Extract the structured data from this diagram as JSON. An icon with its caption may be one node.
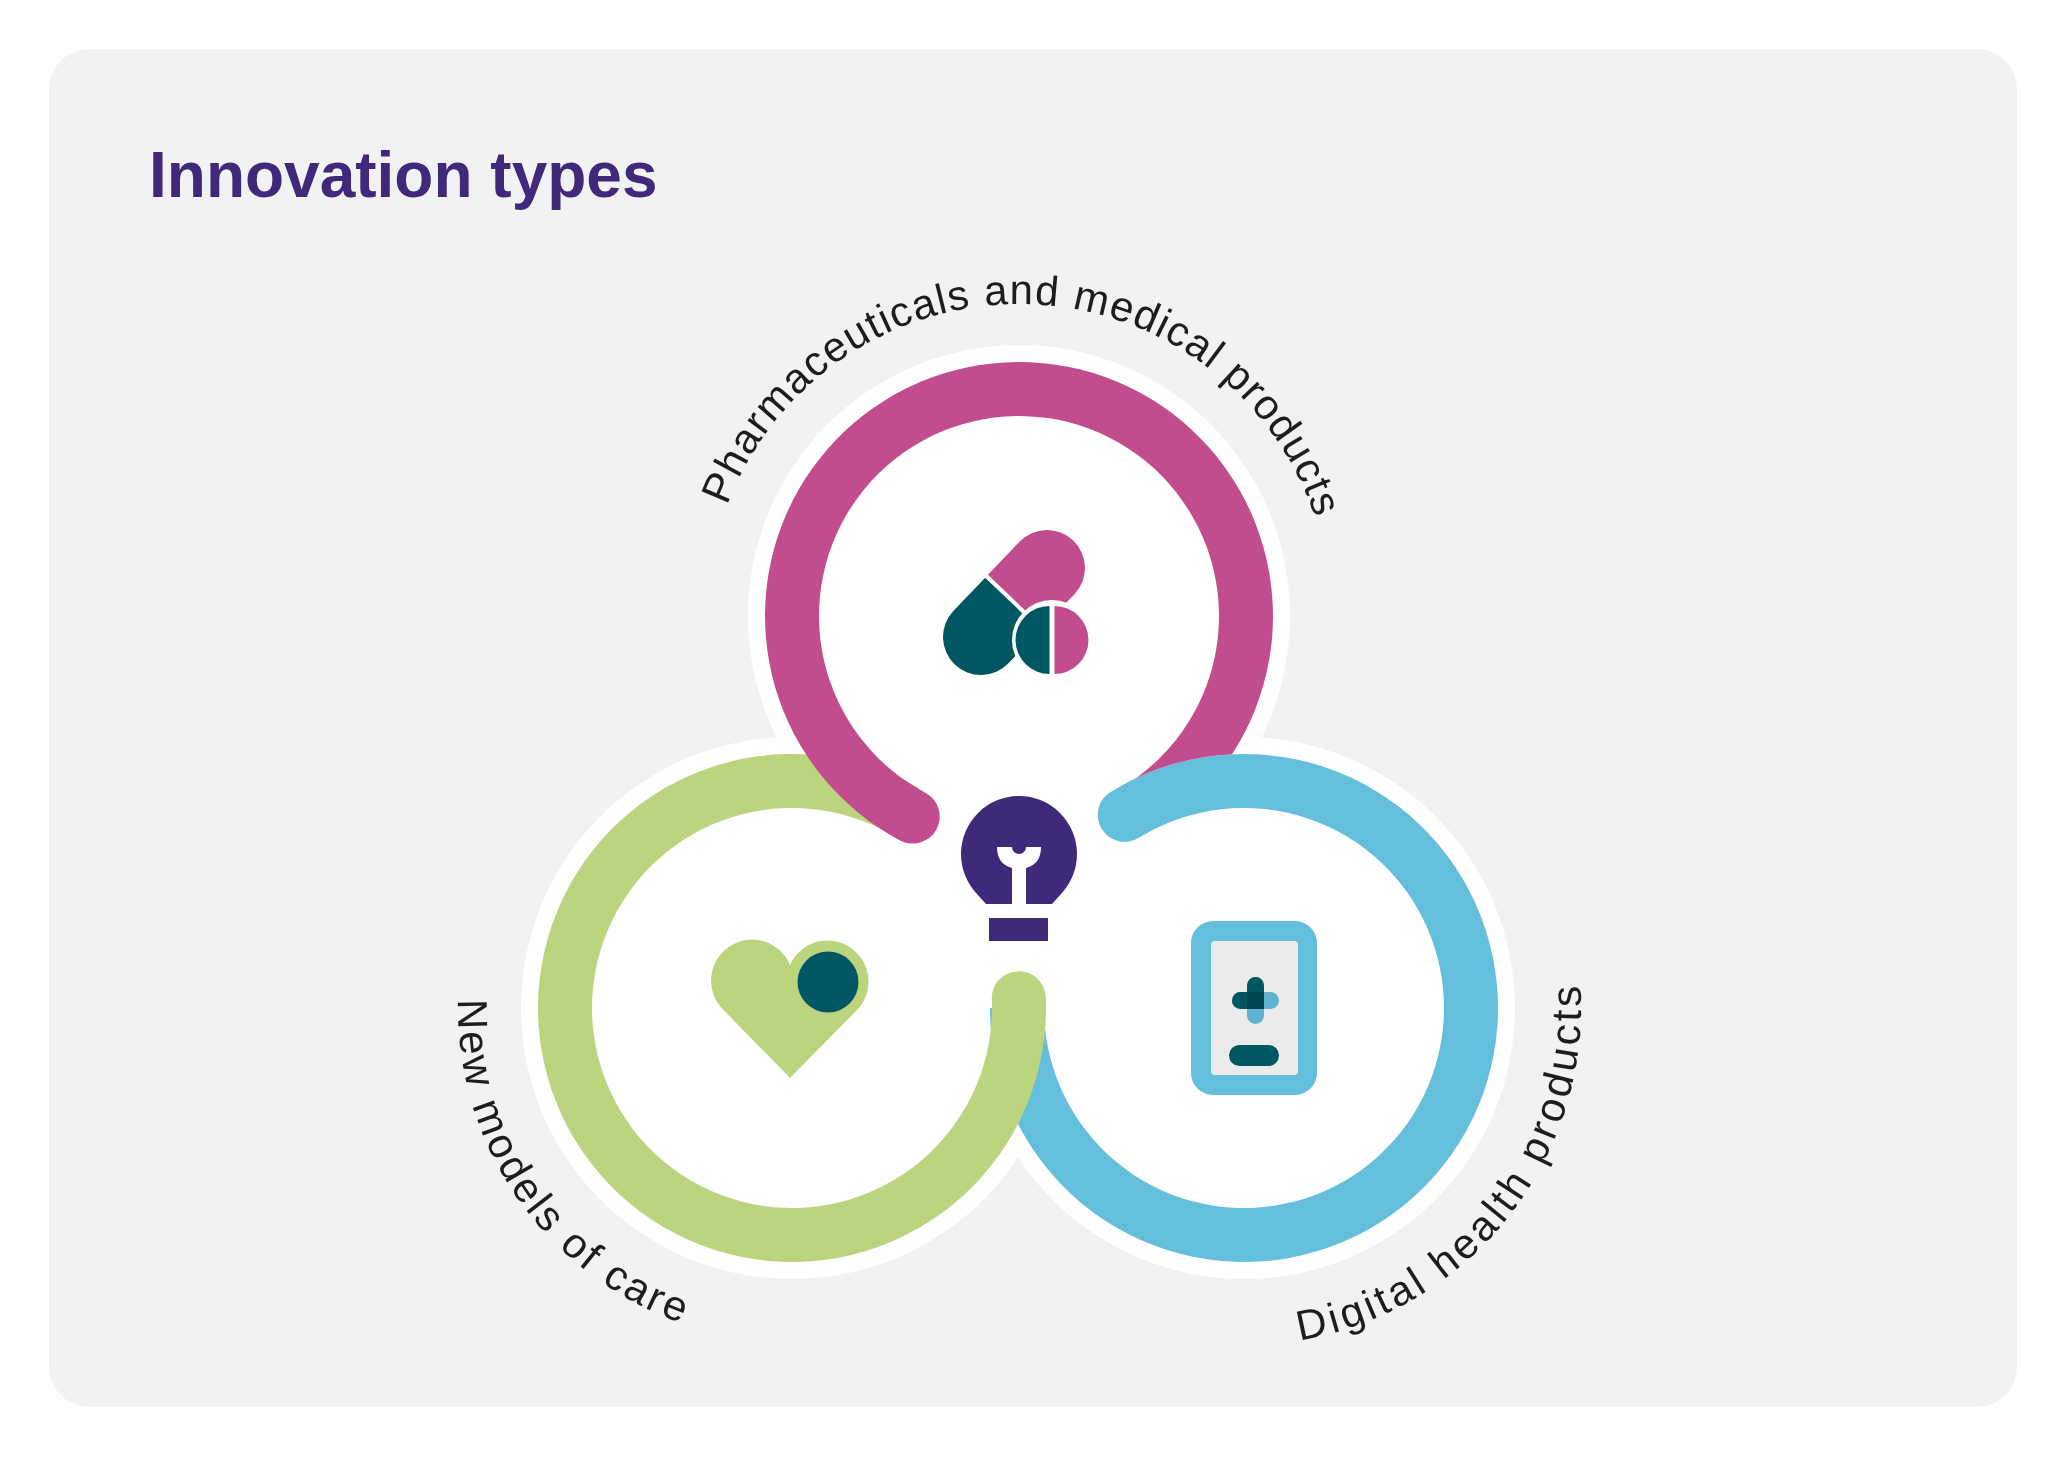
{
  "diagram": {
    "title": "Innovation types",
    "nodes": [
      {
        "text": [
          "Pharmaceuticals and medical products"
        ]
      },
      {
        "text": [
          "New models of care"
        ]
      },
      {
        "text": [
          "Digital health products"
        ]
      }
    ]
  }
}
